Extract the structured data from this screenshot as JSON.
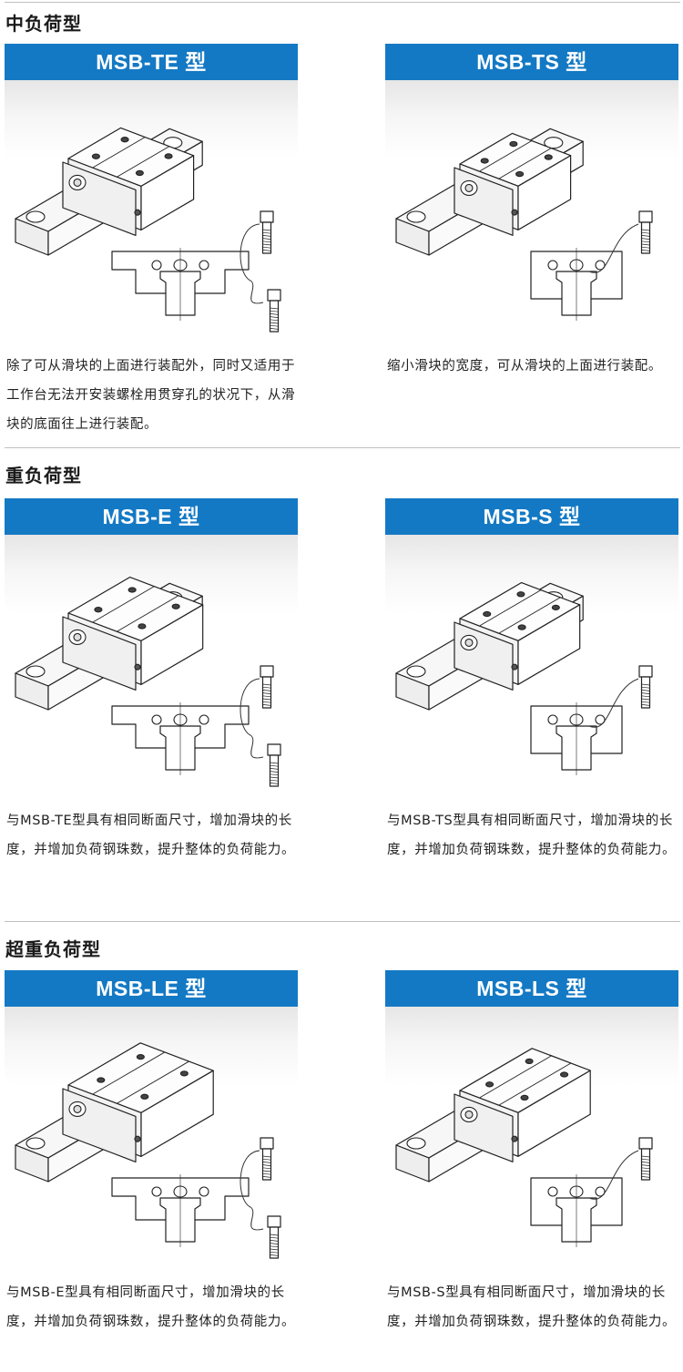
{
  "sections": [
    {
      "title": "中负荷型",
      "cards": [
        {
          "model": "MSB-TE 型",
          "variant": "flange",
          "length": "short",
          "desc": "除了可从滑块的上面进行装配外，同时又适用于工作台无法开安装螺栓用贯穿孔的状况下，从滑块的底面往上进行装配。"
        },
        {
          "model": "MSB-TS 型",
          "variant": "square",
          "length": "short",
          "desc": "缩小滑块的宽度，可从滑块的上面进行装配。"
        }
      ]
    },
    {
      "title": "重负荷型",
      "cards": [
        {
          "model": "MSB-E 型",
          "variant": "flange",
          "length": "mid",
          "desc": "与MSB-TE型具有相同断面尺寸，增加滑块的长度，并增加负荷钢珠数，提升整体的负荷能力。"
        },
        {
          "model": "MSB-S 型",
          "variant": "square",
          "length": "mid",
          "desc": "与MSB-TS型具有相同断面尺寸，增加滑块的长度，并增加负荷钢珠数，提升整体的负荷能力。"
        }
      ]
    },
    {
      "title": "超重负荷型",
      "cards": [
        {
          "model": "MSB-LE 型",
          "variant": "flange",
          "length": "long",
          "desc": "与MSB-E型具有相同断面尺寸，增加滑块的长度，并增加负荷钢珠数，提升整体的负荷能力。"
        },
        {
          "model": "MSB-LS 型",
          "variant": "square",
          "length": "long",
          "desc": "与MSB-S型具有相同断面尺寸，增加滑块的长度，并增加负荷钢珠数，提升整体的负荷能力。"
        }
      ]
    }
  ],
  "colors": {
    "header_blue": "#1479c4",
    "divider": "#bfbfbf"
  }
}
